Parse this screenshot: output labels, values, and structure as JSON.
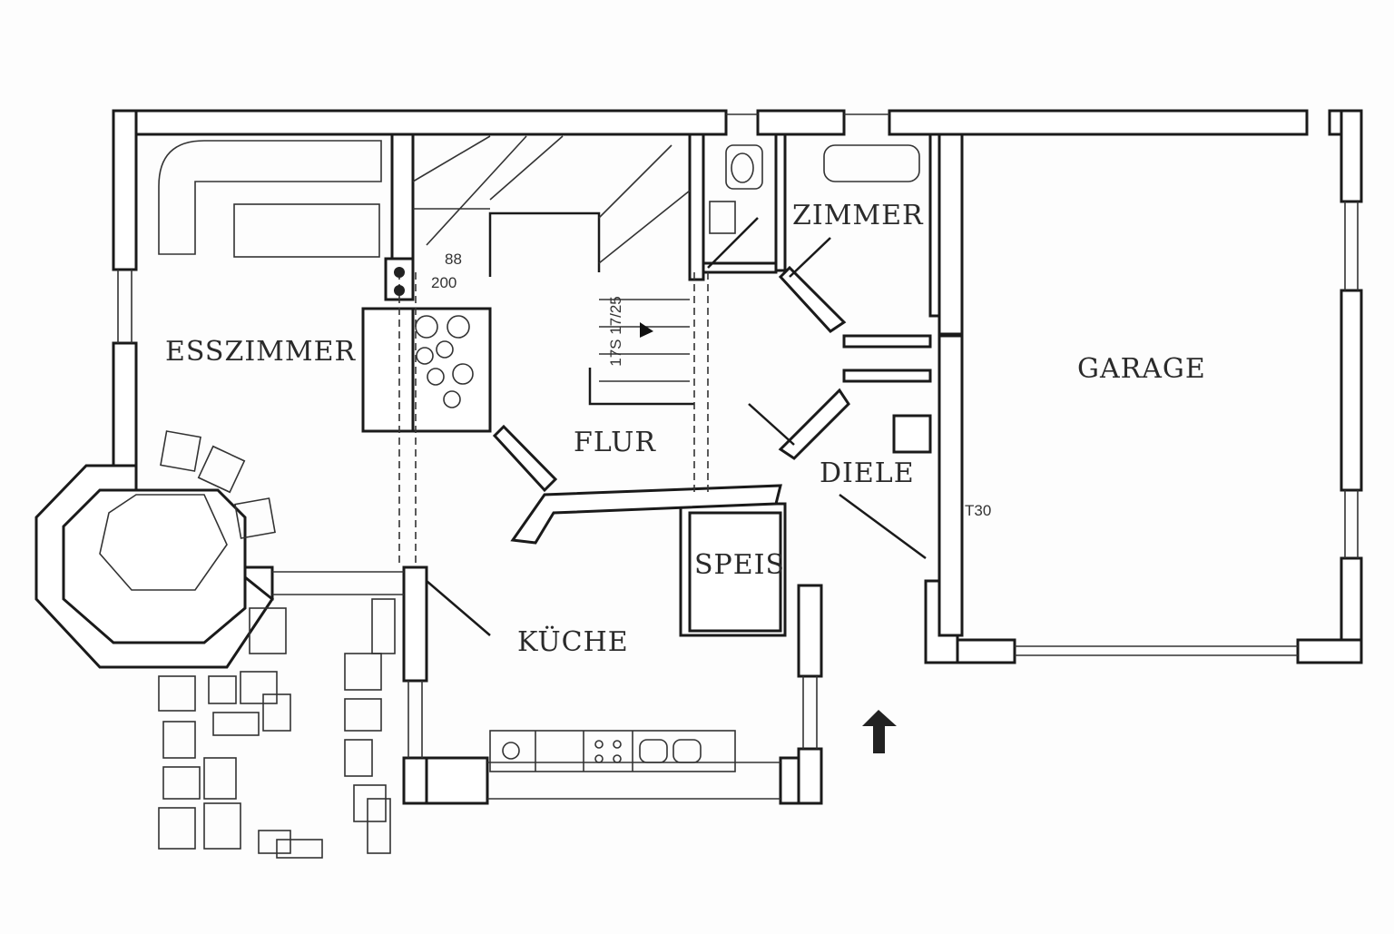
{
  "rooms": {
    "esszimmer": "ESSZIMMER",
    "flur": "FLUR",
    "zimmer": "ZIMMER",
    "garage": "GARAGE",
    "diele": "DIELE",
    "speis": "SPEIS",
    "kueche": "KÜCHE"
  },
  "annotations": {
    "stair_upper": "88",
    "stair_lower": "200",
    "stair_spec": "17S 17/25",
    "door_rating": "T30"
  }
}
